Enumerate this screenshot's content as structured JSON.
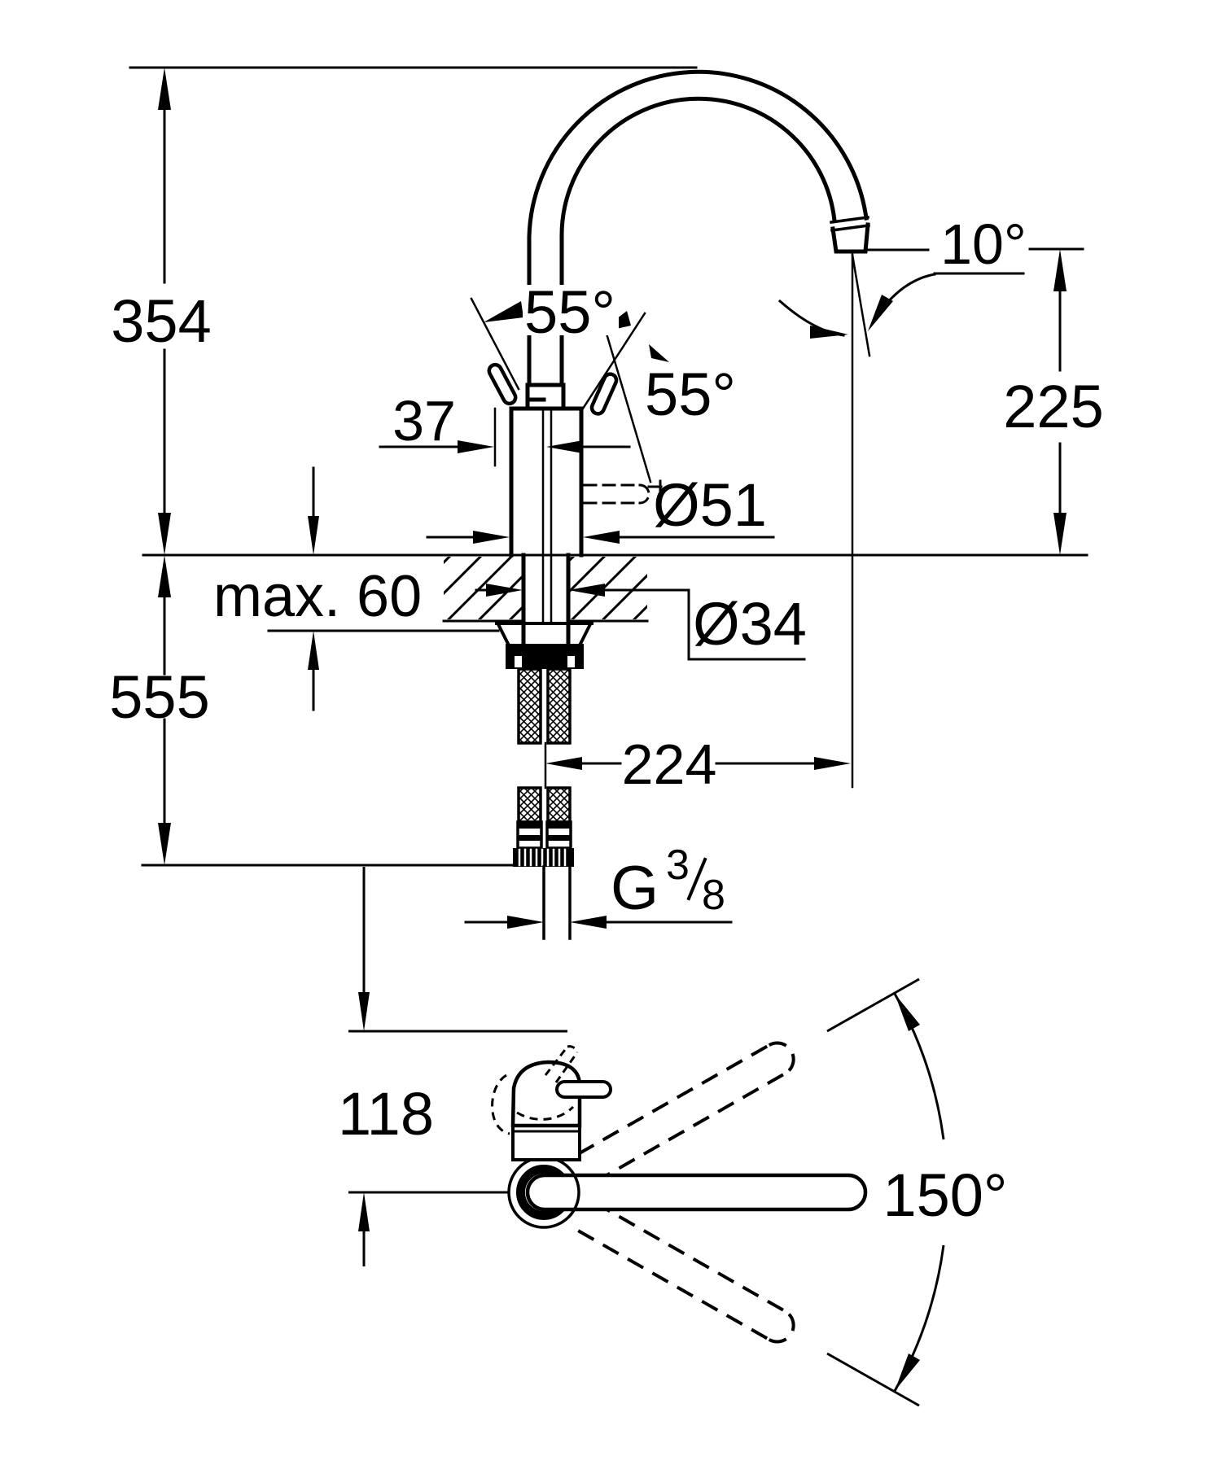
{
  "diagram": {
    "type": "technical-dimension-drawing",
    "subject": "kitchen faucet with high C-spout, side view and top view",
    "line_color": "#000000",
    "background": "#ffffff",
    "side_view": {
      "height_above_counter": "354",
      "length_below_counter": "555",
      "counter_thickness": "max. 60",
      "handle_offset": "37",
      "body_diameter": "Ø51",
      "hole_diameter": "Ø34",
      "spout_reach": "224",
      "outlet_height": "225",
      "spout_angle": "10°",
      "handle_angle_left": "55°",
      "handle_angle_right": "55°",
      "thread_label": {
        "full": "G 3/8",
        "g": "G",
        "numerator": "3",
        "denominator": "8"
      }
    },
    "top_view": {
      "handle_depth": "118",
      "swivel_angle": "150°"
    }
  }
}
